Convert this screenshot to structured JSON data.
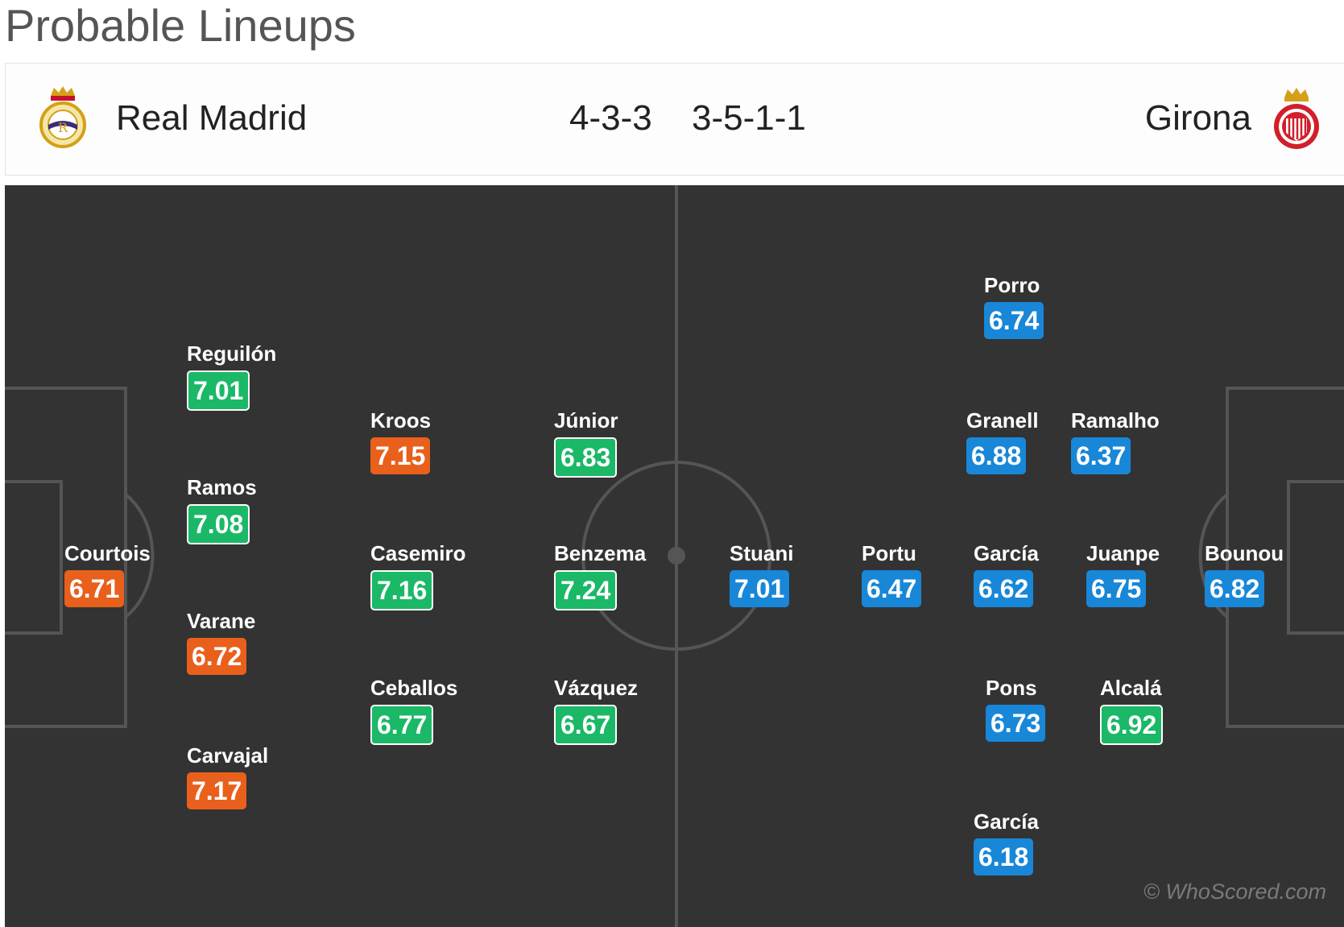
{
  "page_title": "Probable Lineups",
  "home": {
    "name": "Real Madrid",
    "formation": "4-3-3",
    "crest_icon": "real-madrid-crest-icon",
    "players": [
      {
        "name": "Courtois",
        "rating": "6.71",
        "color": "orange"
      },
      {
        "name": "Reguilón",
        "rating": "7.01",
        "color": "green"
      },
      {
        "name": "Ramos",
        "rating": "7.08",
        "color": "green"
      },
      {
        "name": "Varane",
        "rating": "6.72",
        "color": "orange"
      },
      {
        "name": "Carvajal",
        "rating": "7.17",
        "color": "orange"
      },
      {
        "name": "Kroos",
        "rating": "7.15",
        "color": "orange"
      },
      {
        "name": "Casemiro",
        "rating": "7.16",
        "color": "green"
      },
      {
        "name": "Ceballos",
        "rating": "6.77",
        "color": "green"
      },
      {
        "name": "Júnior",
        "rating": "6.83",
        "color": "green"
      },
      {
        "name": "Benzema",
        "rating": "7.24",
        "color": "green"
      },
      {
        "name": "Vázquez",
        "rating": "6.67",
        "color": "green"
      }
    ]
  },
  "away": {
    "name": "Girona",
    "formation": "3-5-1-1",
    "crest_icon": "girona-crest-icon",
    "players": [
      {
        "name": "Stuani",
        "rating": "7.01",
        "color": "blue"
      },
      {
        "name": "Portu",
        "rating": "6.47",
        "color": "blue"
      },
      {
        "name": "Porro",
        "rating": "6.74",
        "color": "blue"
      },
      {
        "name": "Granell",
        "rating": "6.88",
        "color": "blue"
      },
      {
        "name": "García",
        "rating": "6.62",
        "color": "blue"
      },
      {
        "name": "Pons",
        "rating": "6.73",
        "color": "blue"
      },
      {
        "name": "García",
        "rating": "6.18",
        "color": "blue"
      },
      {
        "name": "Ramalho",
        "rating": "6.37",
        "color": "blue"
      },
      {
        "name": "Juanpe",
        "rating": "6.75",
        "color": "blue"
      },
      {
        "name": "Alcalá",
        "rating": "6.92",
        "color": "green"
      },
      {
        "name": "Bounou",
        "rating": "6.82",
        "color": "blue"
      }
    ]
  },
  "colors": {
    "pitch": "#333333",
    "green": "#1ab867",
    "orange": "#e8601c",
    "blue": "#1887d8"
  },
  "watermark": "© WhoScored.com"
}
